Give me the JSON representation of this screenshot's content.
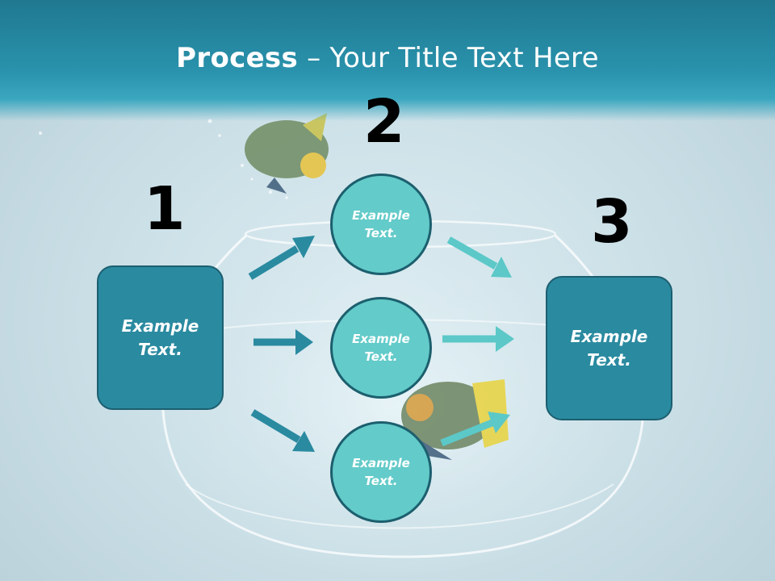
{
  "title": {
    "bold": "Process",
    "rest": " – Your Title Text Here"
  },
  "steps": [
    {
      "number": "1",
      "text_line1": "Example",
      "text_line2": "Text."
    },
    {
      "number": "2"
    },
    {
      "number": "3",
      "text_line1": "Example",
      "text_line2": "Text."
    }
  ],
  "circles": [
    {
      "text_line1": "Example",
      "text_line2": "Text."
    },
    {
      "text_line1": "Example",
      "text_line2": "Text."
    },
    {
      "text_line1": "Example",
      "text_line2": "Text."
    }
  ],
  "colors": {
    "header": "#2a93ad",
    "box_fill": "#2a8aa0",
    "circle_fill": "#63cbc9",
    "arrow_dark": "#2a8aa0",
    "arrow_light": "#5cc8c8"
  }
}
